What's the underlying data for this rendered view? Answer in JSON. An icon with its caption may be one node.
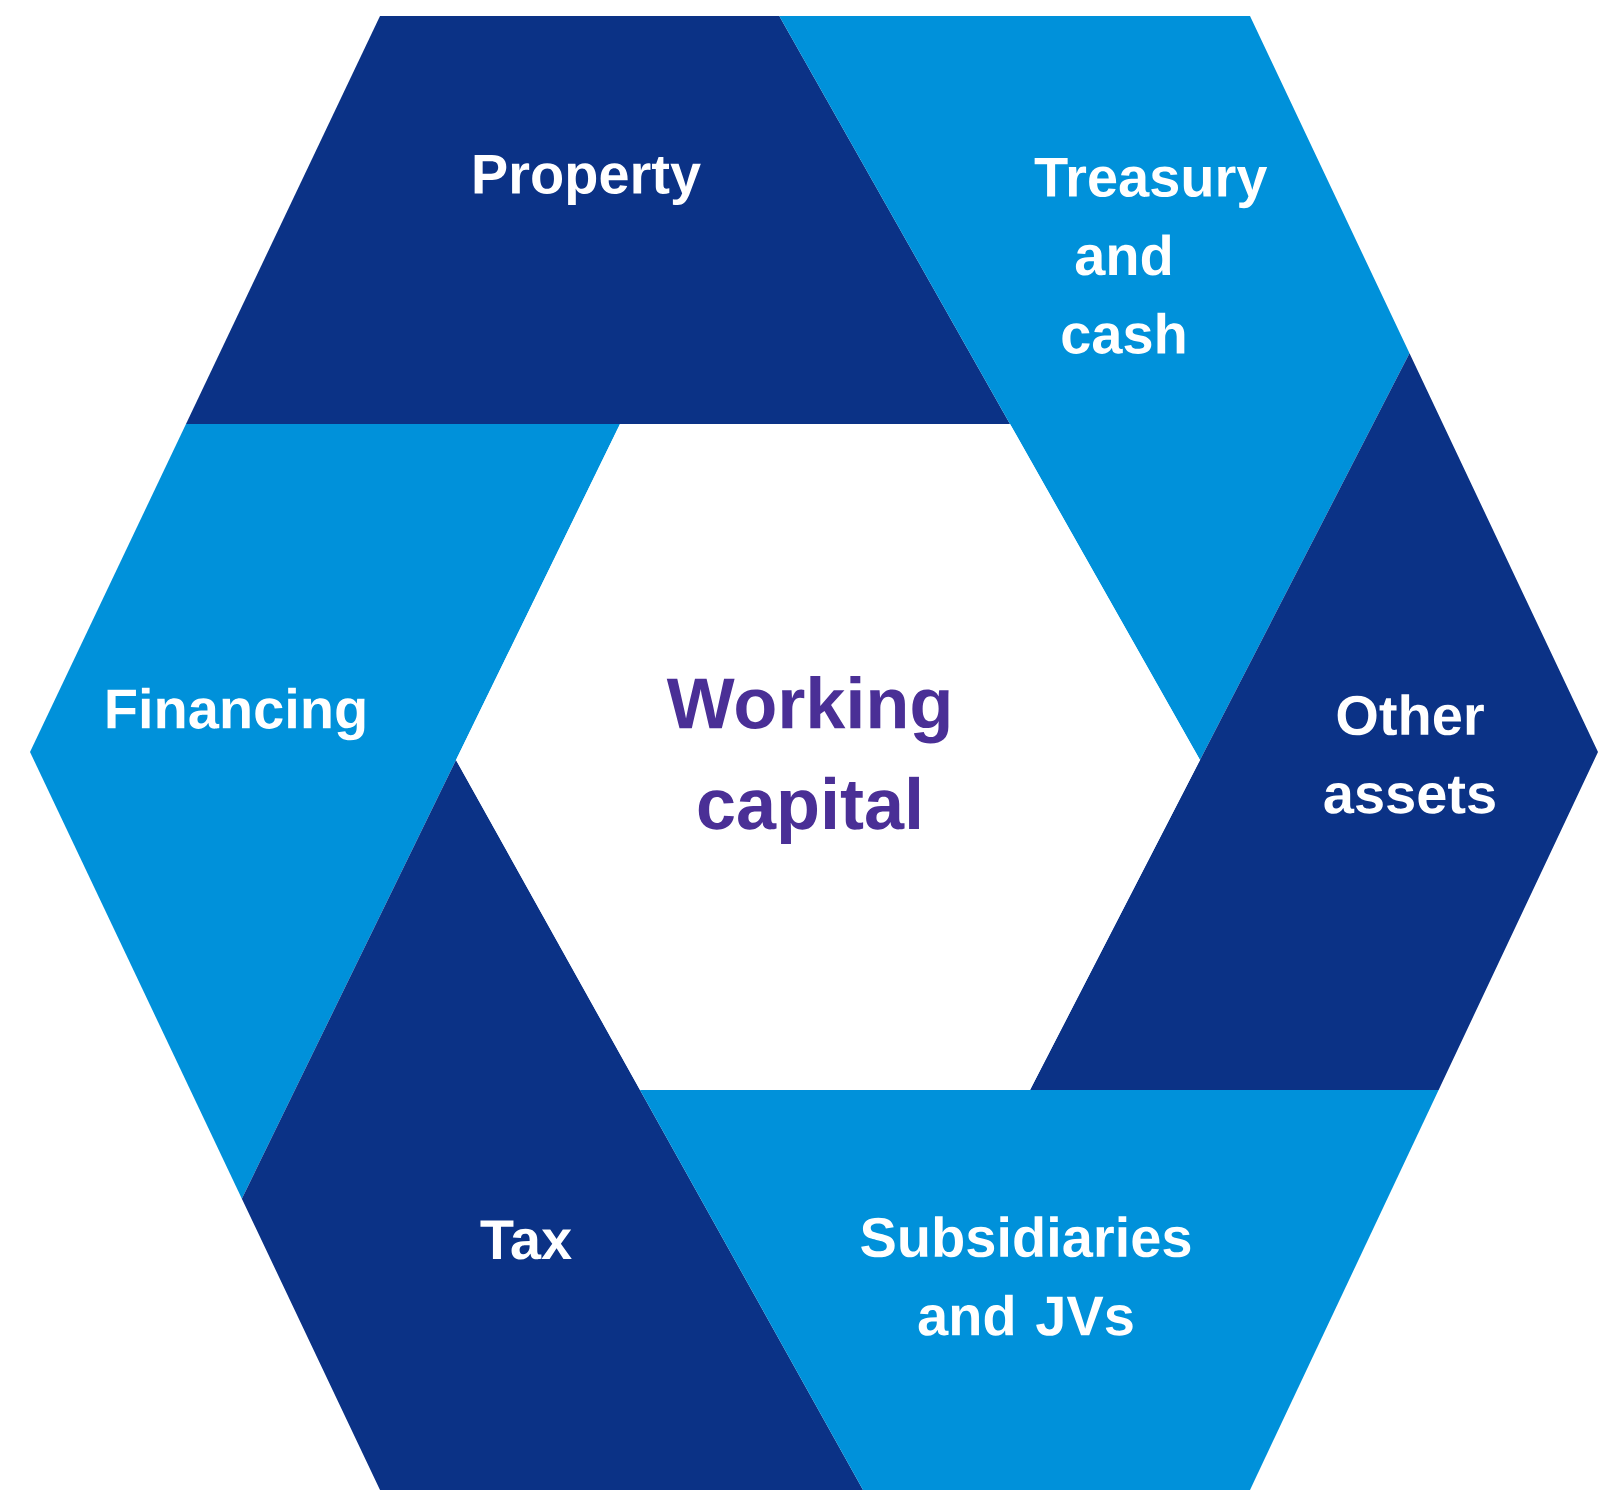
{
  "diagram": {
    "nodes": [
      {
        "text": [
          "Property"
        ]
      },
      {
        "text": [
          "Treasury and cash"
        ]
      },
      {
        "text": [
          "Financing"
        ]
      },
      {
        "text": [
          "Working capital"
        ]
      },
      {
        "text": [
          "Other assets"
        ]
      },
      {
        "text": [
          "Tax"
        ]
      },
      {
        "text": [
          "Subsidiaries and JVs"
        ]
      }
    ]
  }
}
